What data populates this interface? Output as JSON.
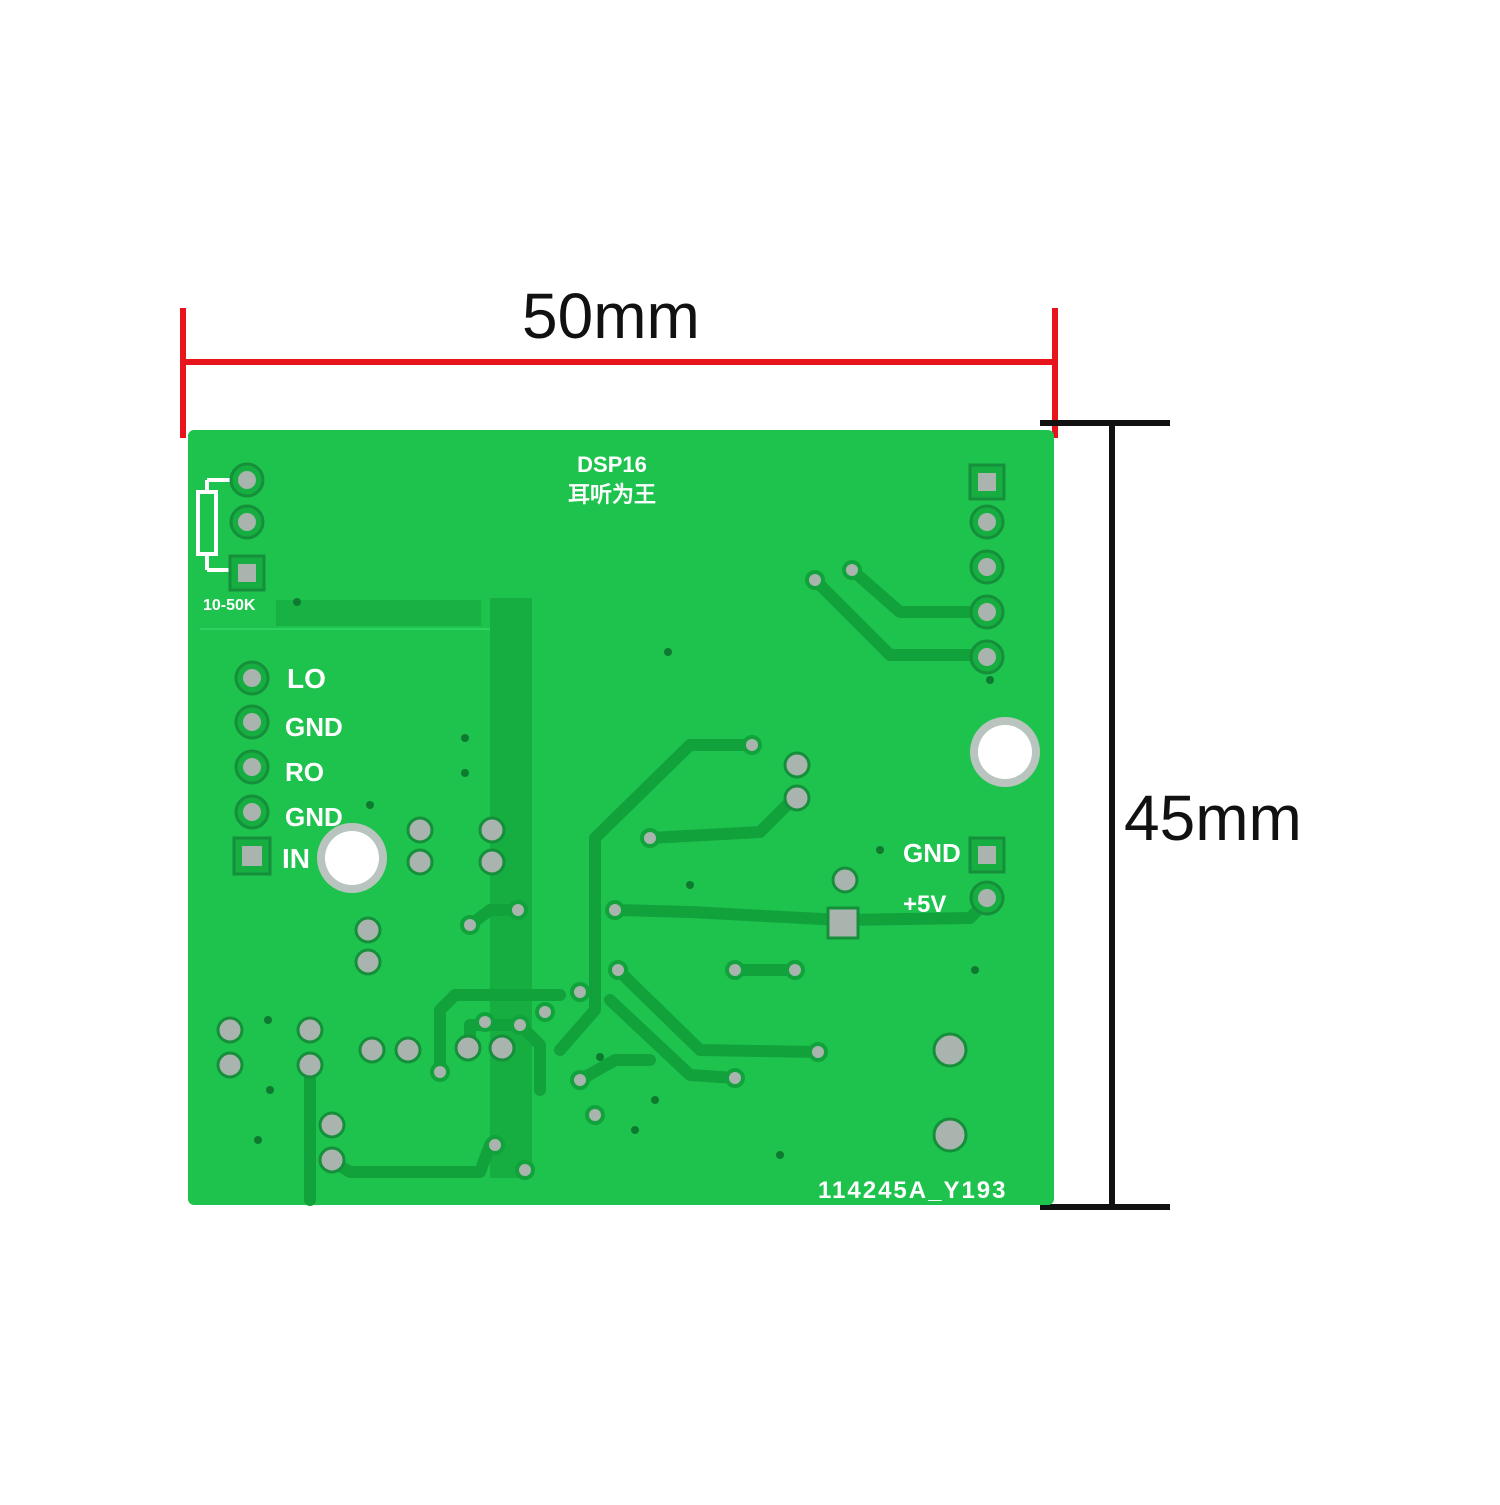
{
  "dimensions": {
    "width_label": "50mm",
    "height_label": "45mm",
    "width_marker_color": "#e8141c",
    "height_marker_color": "#111111"
  },
  "board": {
    "color": "#1ec34e",
    "trace_color": "#12a23c",
    "title": "DSP16",
    "subtitle": "耳听为王",
    "resistor_label": "10-50K",
    "part_code": "114245A_Y193",
    "pin_labels": {
      "lo": "LO",
      "gnd_1": "GND",
      "ro": "RO",
      "gnd_2": "GND",
      "in": "IN",
      "gnd_power": "GND",
      "plus_5v": "+5V"
    }
  }
}
